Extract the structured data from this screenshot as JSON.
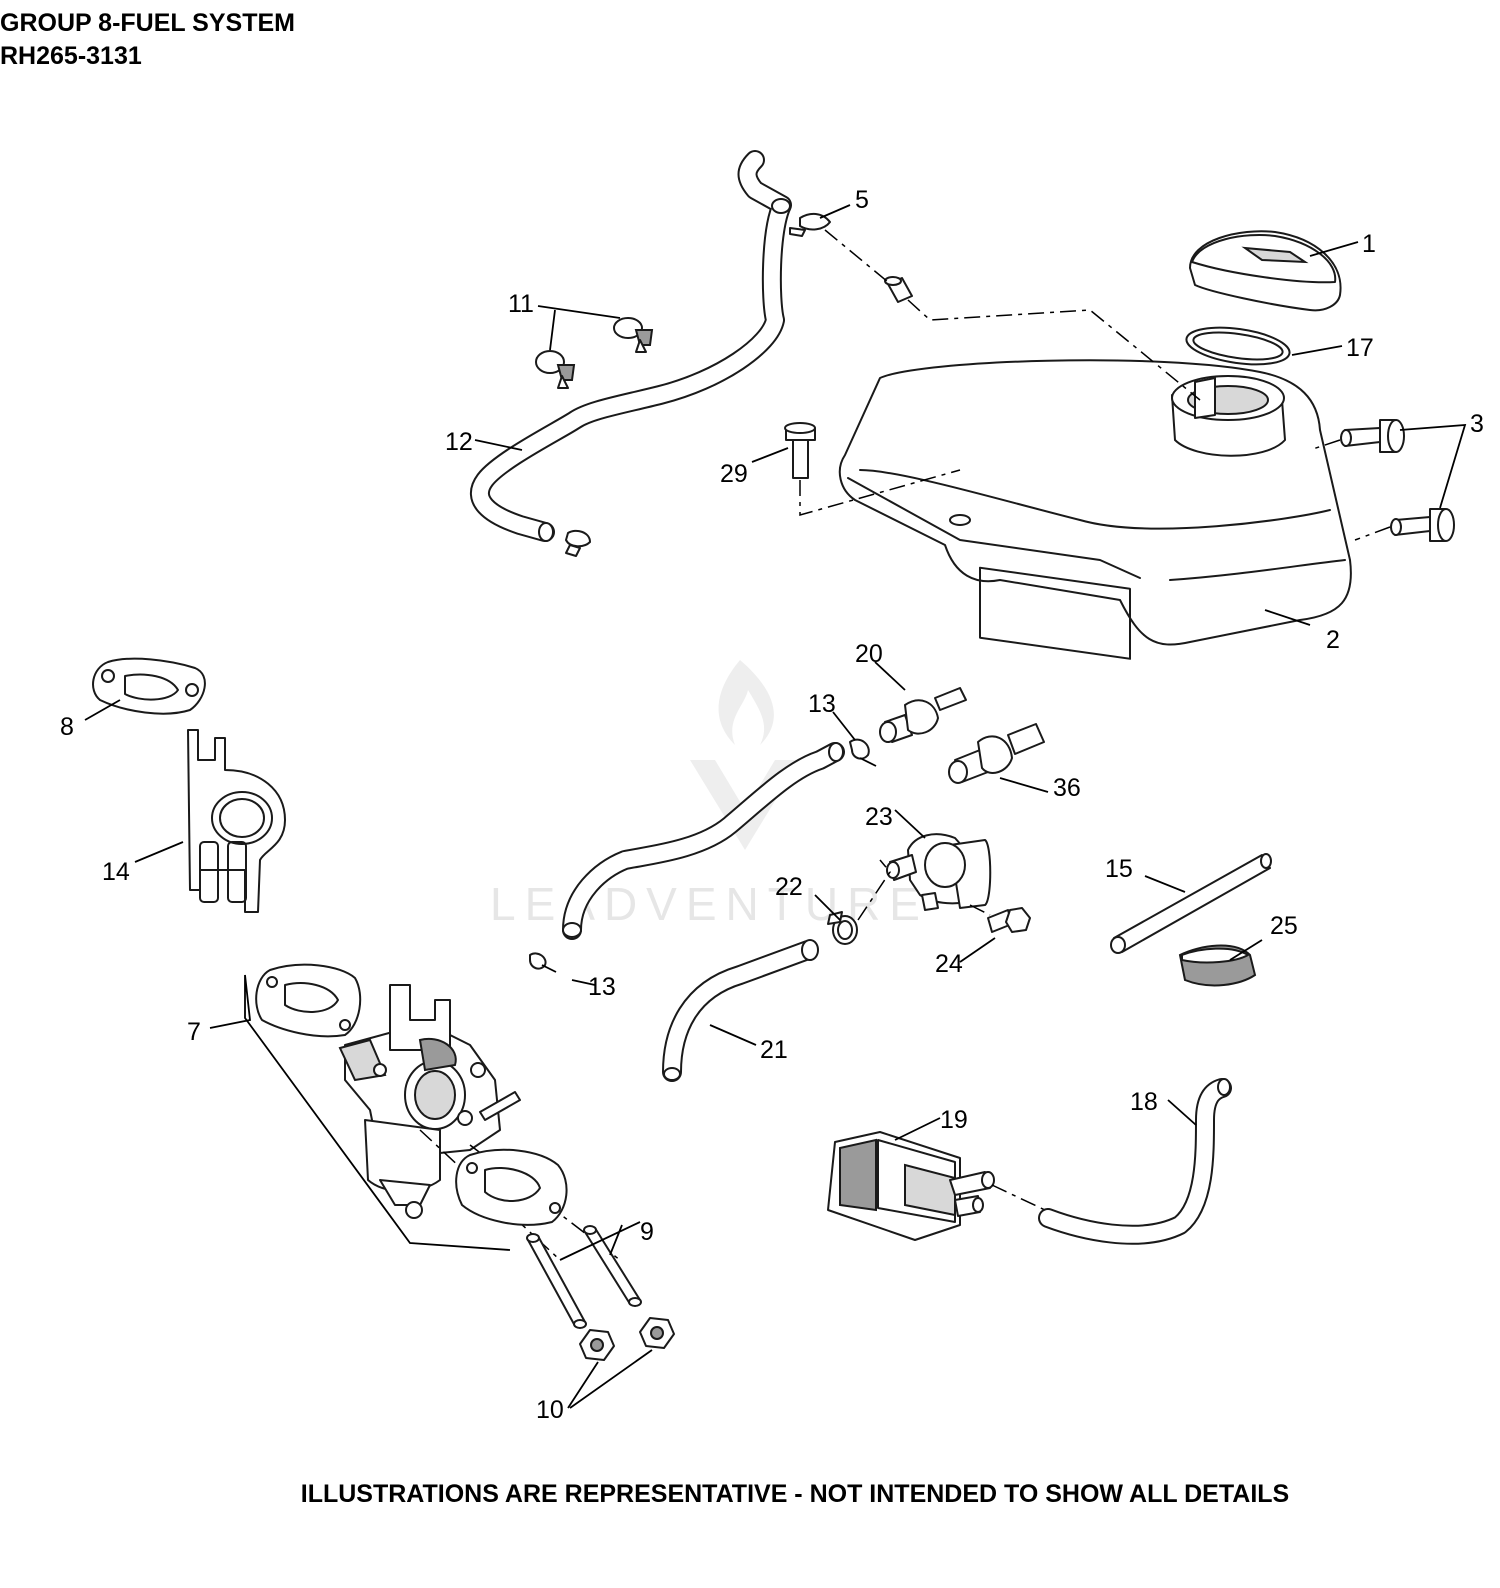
{
  "header": {
    "title": "GROUP 8-FUEL SYSTEM",
    "model": "RH265-3131"
  },
  "footer": {
    "note": "ILLUSTRATIONS ARE REPRESENTATIVE - NOT INTENDED TO SHOW ALL DETAILS"
  },
  "watermark": {
    "text": "LEADVENTURE"
  },
  "callouts": {
    "c1": "1",
    "c2": "2",
    "c3": "3",
    "c5": "5",
    "c7": "7",
    "c8": "8",
    "c9": "9",
    "c10": "10",
    "c11": "11",
    "c12": "12",
    "c13a": "13",
    "c13b": "13",
    "c14": "14",
    "c15": "15",
    "c17": "17",
    "c18": "18",
    "c19": "19",
    "c20": "20",
    "c21": "21",
    "c22": "22",
    "c23": "23",
    "c24": "24",
    "c25": "25",
    "c29": "29",
    "c36": "36"
  }
}
